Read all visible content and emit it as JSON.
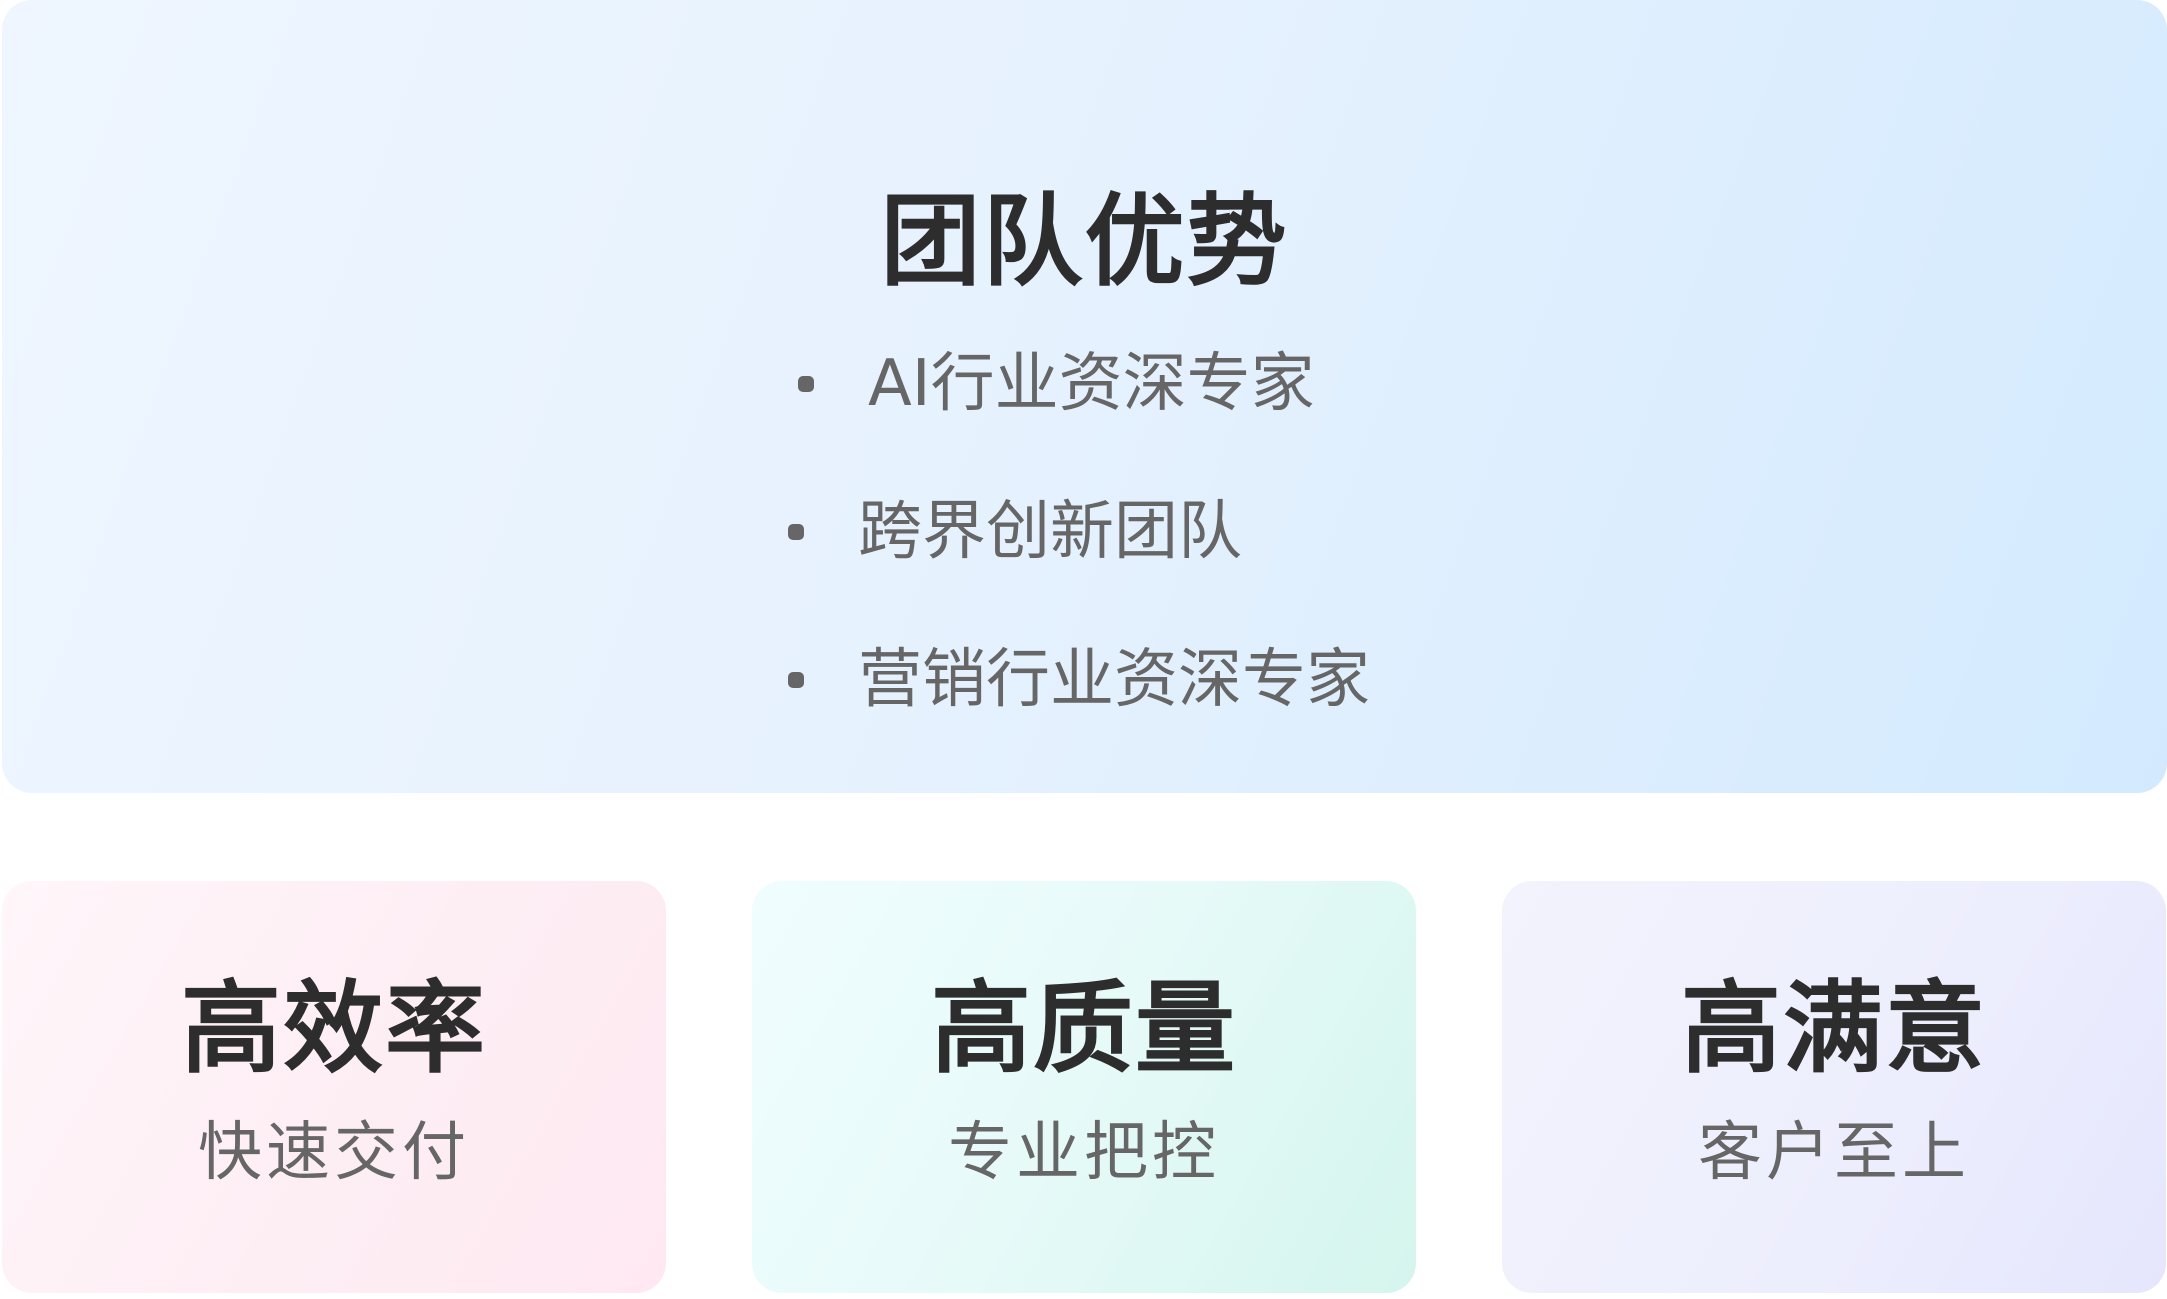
{
  "team": {
    "title": "团队优势",
    "advantages": [
      {
        "bullet_icon": "bullet-dot-icon",
        "label": "AI行业资深专家"
      },
      {
        "bullet_icon": "bullet-dot-icon",
        "label": "跨界创新团队"
      },
      {
        "bullet_icon": "bullet-dot-icon",
        "label": "营销行业资深专家"
      }
    ]
  },
  "features": [
    {
      "title": "高效率",
      "subtitle": "快速交付",
      "color": "#ffe9f1"
    },
    {
      "title": "高质量",
      "subtitle": "专业把控",
      "color": "#d5f5ee"
    },
    {
      "title": "高满意",
      "subtitle": "客户至上",
      "color": "#e6e7fd"
    }
  ],
  "colors": {
    "heading": "#2d2d2d",
    "body_text": "#666666",
    "team_card_start": "#eff6ff",
    "team_card_end": "#d3eafe"
  }
}
